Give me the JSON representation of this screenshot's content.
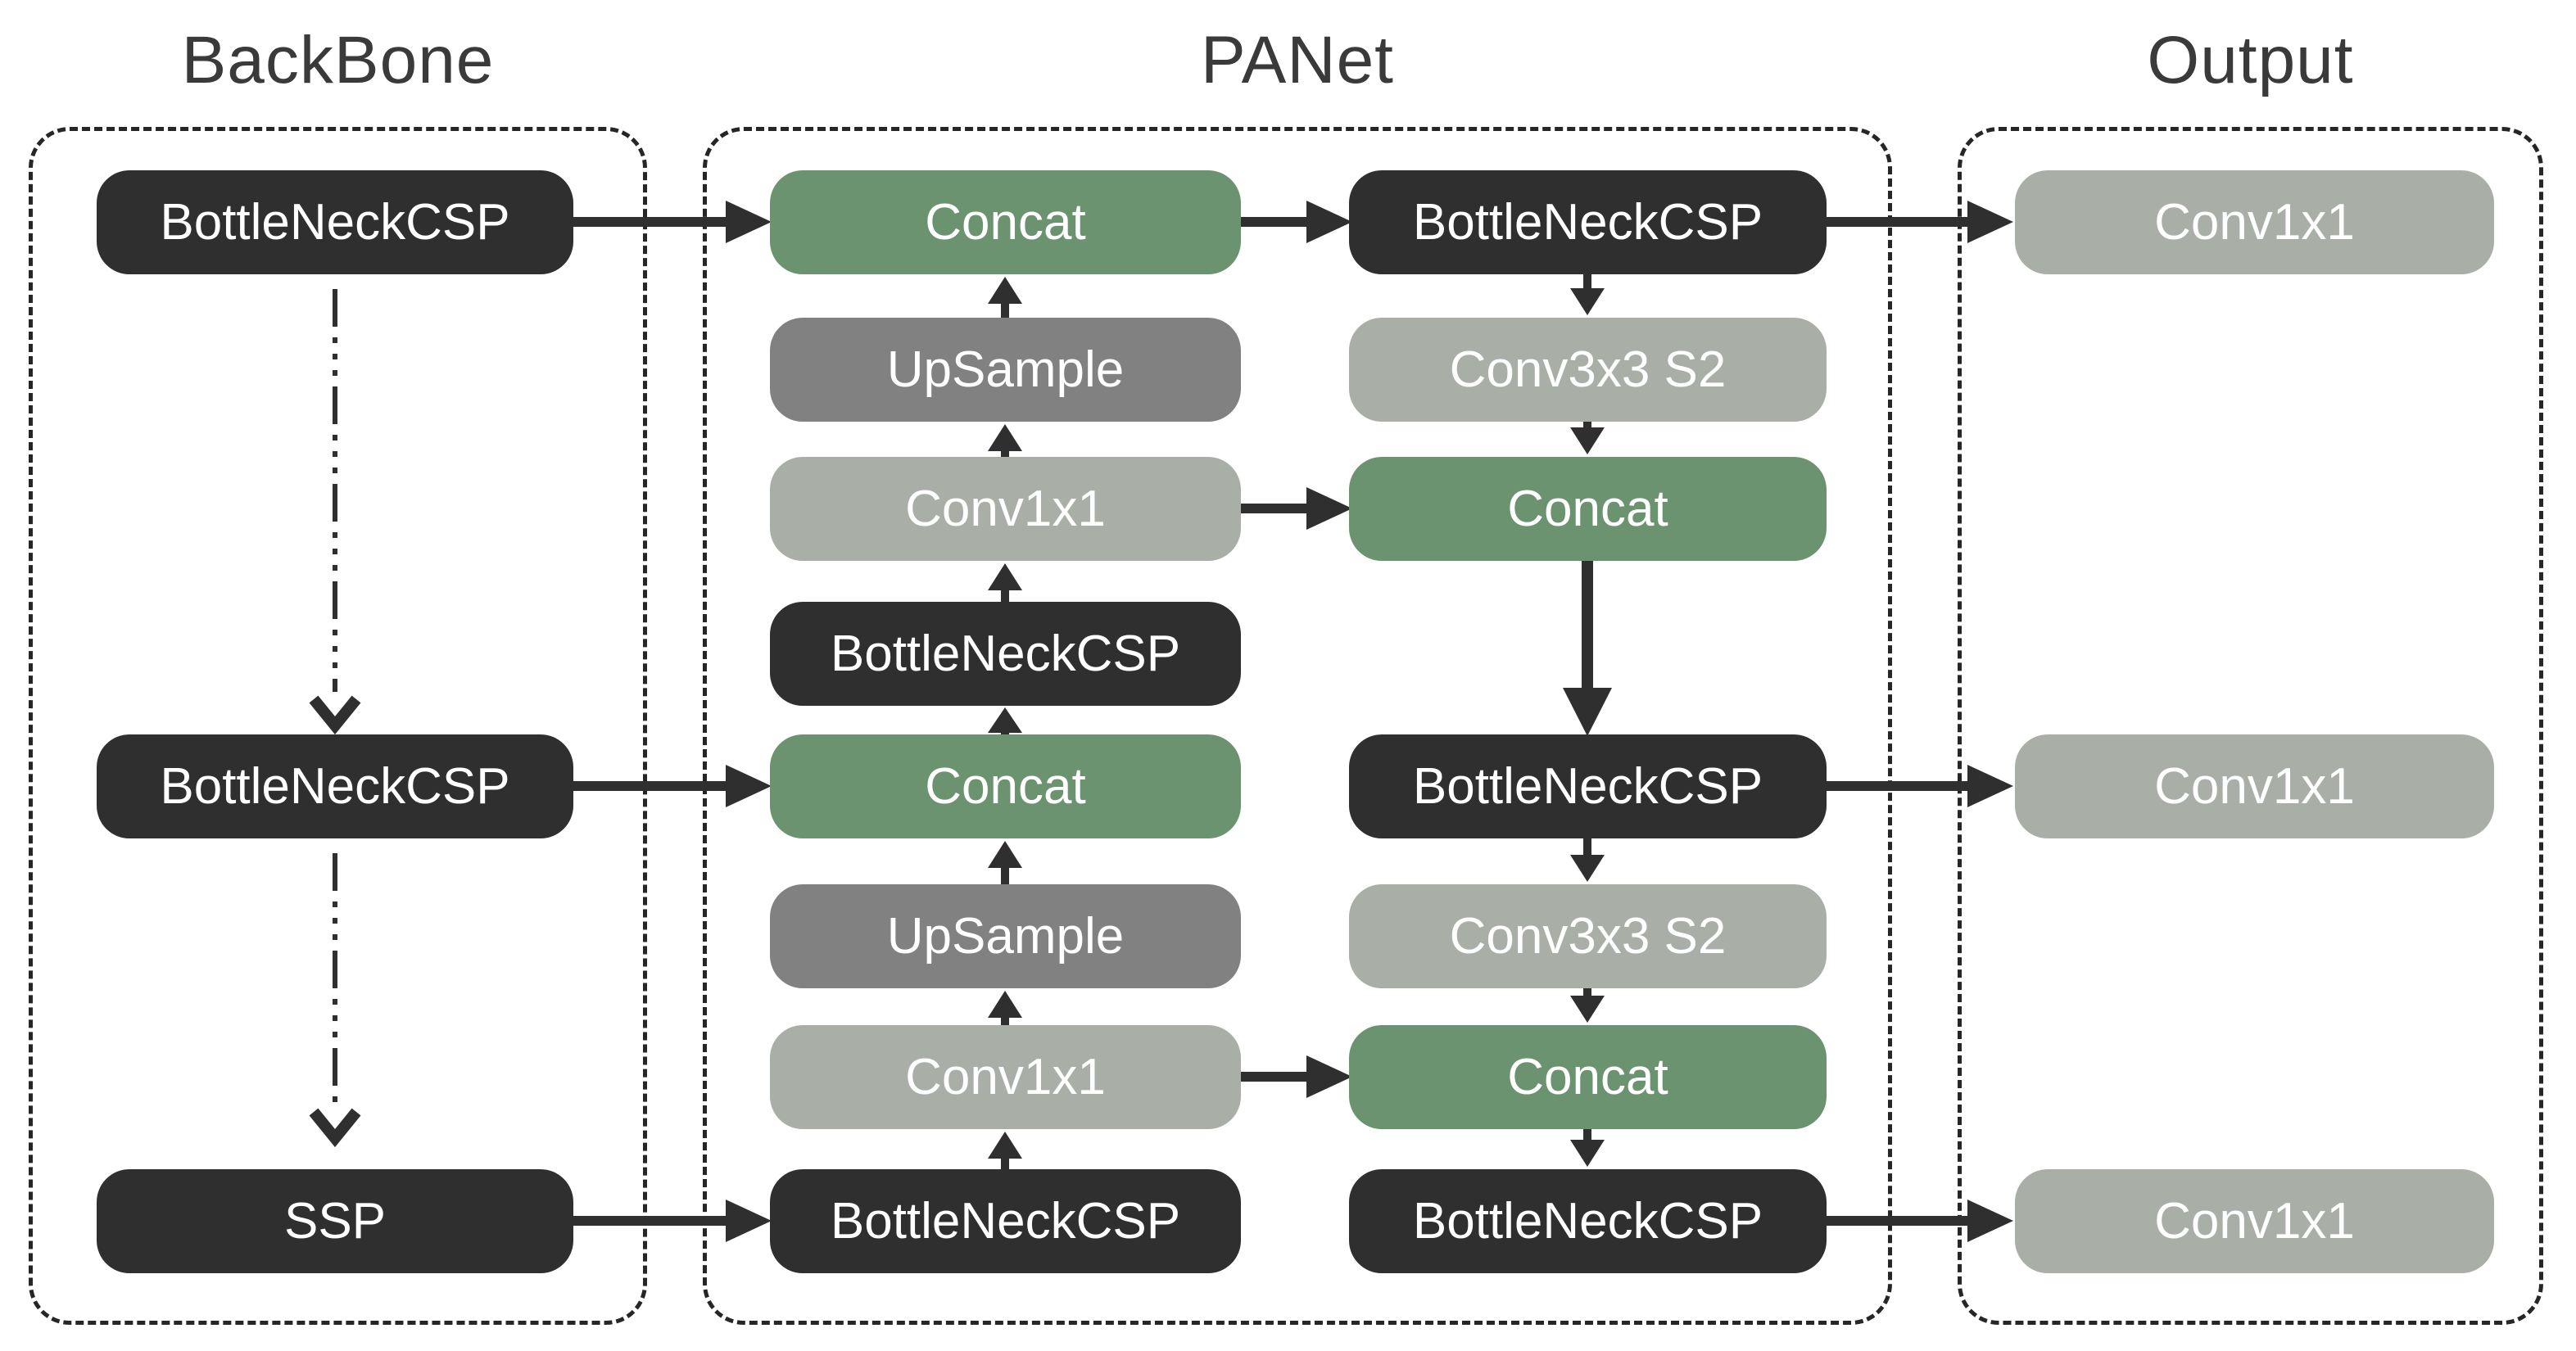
{
  "sections": {
    "backbone": {
      "title": "BackBone"
    },
    "panet": {
      "title": "PANet"
    },
    "output": {
      "title": "Output"
    }
  },
  "nodes": {
    "backbone_csp_1": {
      "label": "BottleNeckCSP"
    },
    "backbone_csp_2": {
      "label": "BottleNeckCSP"
    },
    "backbone_ssp": {
      "label": "SSP"
    },
    "panet_left_concat_top": {
      "label": "Concat"
    },
    "panet_left_upsample_top": {
      "label": "UpSample"
    },
    "panet_left_conv1x1_top": {
      "label": "Conv1x1"
    },
    "panet_left_csp_top": {
      "label": "BottleNeckCSP"
    },
    "panet_left_concat_bottom": {
      "label": "Concat"
    },
    "panet_left_upsample_bottom": {
      "label": "UpSample"
    },
    "panet_left_conv1x1_bottom": {
      "label": "Conv1x1"
    },
    "panet_left_csp_bottom": {
      "label": "BottleNeckCSP"
    },
    "panet_right_csp_top": {
      "label": "BottleNeckCSP"
    },
    "panet_right_conv3x3_top": {
      "label": "Conv3x3 S2"
    },
    "panet_right_concat_top": {
      "label": "Concat"
    },
    "panet_right_csp_mid": {
      "label": "BottleNeckCSP"
    },
    "panet_right_conv3x3_bottom": {
      "label": "Conv3x3 S2"
    },
    "panet_right_concat_bottom": {
      "label": "Concat"
    },
    "panet_right_csp_bottom": {
      "label": "BottleNeckCSP"
    },
    "output_conv1x1_1": {
      "label": "Conv1x1"
    },
    "output_conv1x1_2": {
      "label": "Conv1x1"
    },
    "output_conv1x1_3": {
      "label": "Conv1x1"
    }
  },
  "colors": {
    "dark_box": "#2f2f2f",
    "green_box": "#6b9370",
    "light_gray_box": "#a9aea7",
    "mid_gray_box": "#818181",
    "box_text": "#ffffff",
    "title_text": "#3a3a3a",
    "line": "#2f2f2f",
    "background": "#ffffff"
  }
}
